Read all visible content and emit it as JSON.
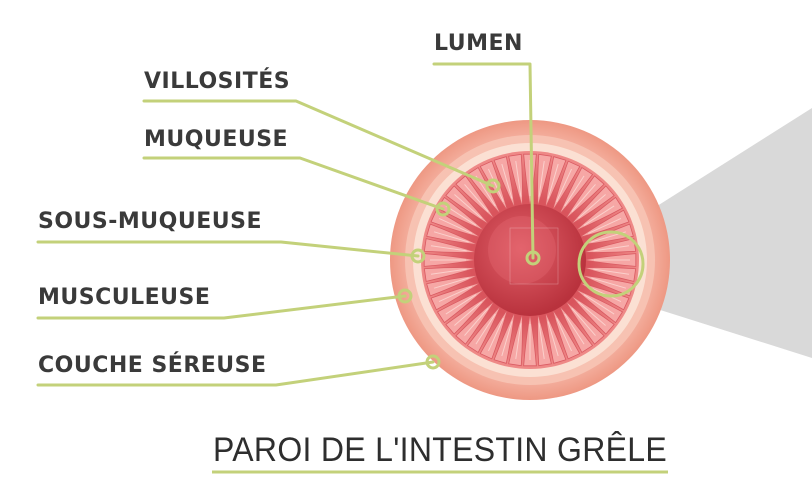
{
  "title": "PAROI DE L'INTESTIN GRÊLE",
  "labels": {
    "lumen": "LUMEN",
    "villosites": "VILLOSITÉS",
    "muqueuse": "MUQUEUSE",
    "sous_muqueuse": "SOUS-MUQUEUSE",
    "musculeuse": "MUSCULEUSE",
    "sereuse": "COUCHE SÉREUSE"
  },
  "colors": {
    "leader": "#c3d17a",
    "text": "#3a3a3a",
    "serosa": "#f2a593",
    "submucosa": "#f9d9cb",
    "mucosa": "#e46e72",
    "lumen": "#d8474f",
    "zoom": "#d9d9d9"
  }
}
